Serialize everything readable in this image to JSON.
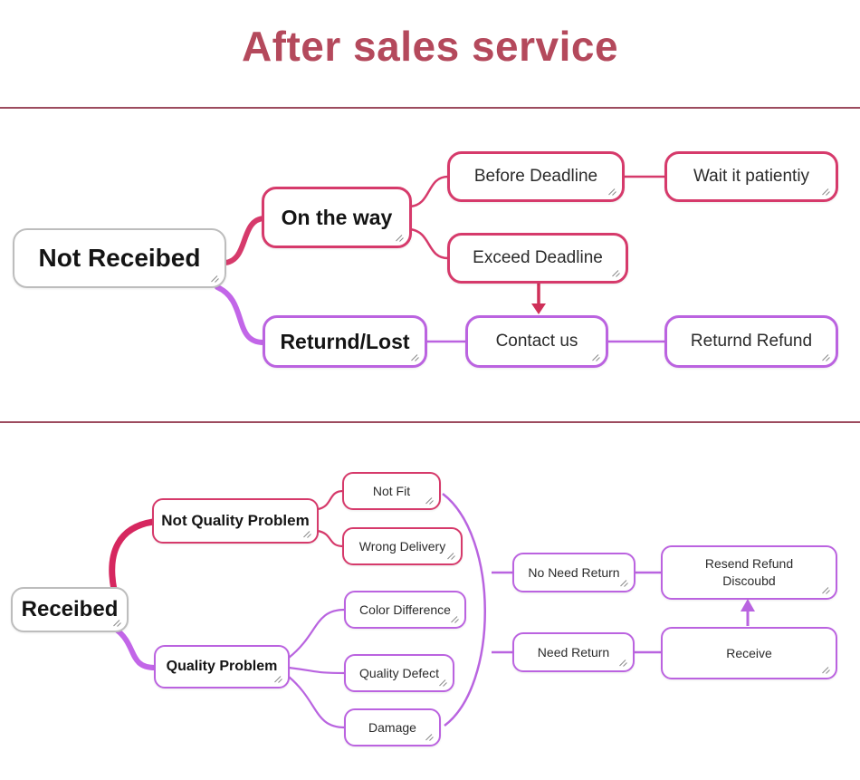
{
  "title": "After sales service",
  "colors": {
    "title_text": "#b4495c",
    "divider": "#9c4b5e",
    "crimson_accent": "#d63a6b",
    "purple_accent": "#bb63e0",
    "gray_border": "#bdbdbd",
    "node_text": "#2b2b2b",
    "node_bold_text": "#141414"
  },
  "top_flow": {
    "nodes": {
      "not_received": {
        "label": "Not Receibed"
      },
      "on_the_way": {
        "label": "On the way"
      },
      "before_deadline": {
        "label": "Before Deadline"
      },
      "wait_it_patiently": {
        "label": "Wait it patientiy"
      },
      "exceed_deadline": {
        "label": "Exceed Deadline"
      },
      "returnd_lost": {
        "label": "Returnd/Lost"
      },
      "contact_us": {
        "label": "Contact us"
      },
      "returnd_refund": {
        "label": "Returnd Refund"
      }
    }
  },
  "bottom_flow": {
    "nodes": {
      "received": {
        "label": "Receibed"
      },
      "not_quality_problem": {
        "label": "Not Quality Problem"
      },
      "not_fit": {
        "label": "Not Fit"
      },
      "wrong_delivery": {
        "label": "Wrong Delivery"
      },
      "color_difference": {
        "label": "Color Difference"
      },
      "quality_problem": {
        "label": "Quality Problem"
      },
      "quality_defect": {
        "label": "Quality Defect"
      },
      "damage": {
        "label": "Damage"
      },
      "no_need_return": {
        "label": "No Need Return"
      },
      "resend_refund": {
        "label_line1": "Resend Refund",
        "label_line2": "Discoubd"
      },
      "need_return": {
        "label": "Need Return"
      },
      "receive": {
        "label": "Receive"
      }
    }
  }
}
